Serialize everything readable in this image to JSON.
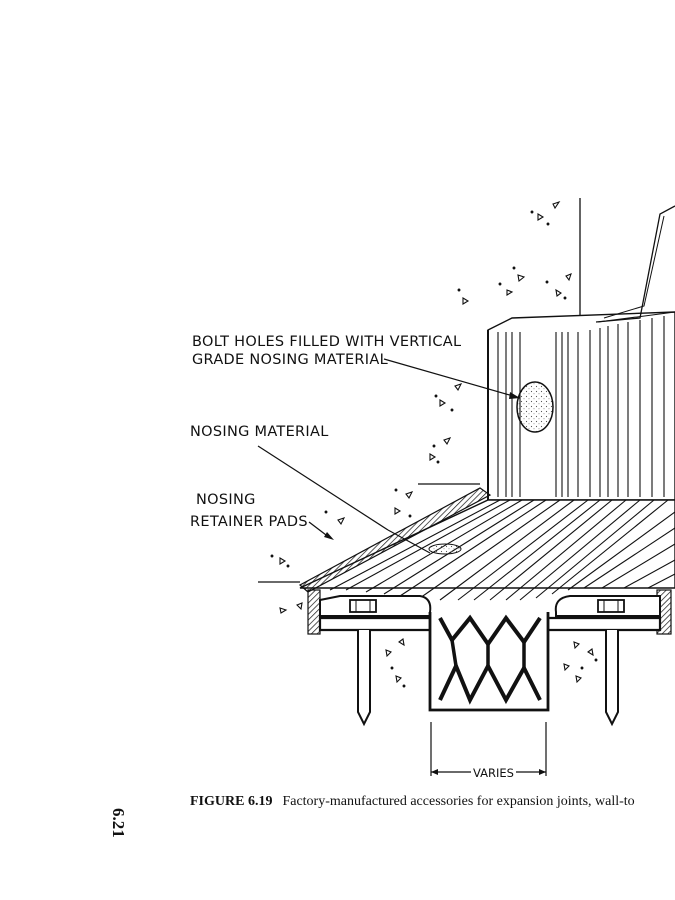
{
  "labels": {
    "bolt_holes_line1": "BOLT HOLES FILLED WITH VERTICAL",
    "bolt_holes_line2": "GRADE NOSING MATERIAL",
    "nosing_material": "NOSING MATERIAL",
    "nosing_retainer_line1": "NOSING",
    "nosing_retainer_line2": "RETAINER PADS",
    "varies": "VARIES"
  },
  "caption": {
    "figure_number": "FIGURE 6.19",
    "text": "Factory-manufactured accessories for expansion joints, wall-to"
  },
  "page_number": "6.21"
}
